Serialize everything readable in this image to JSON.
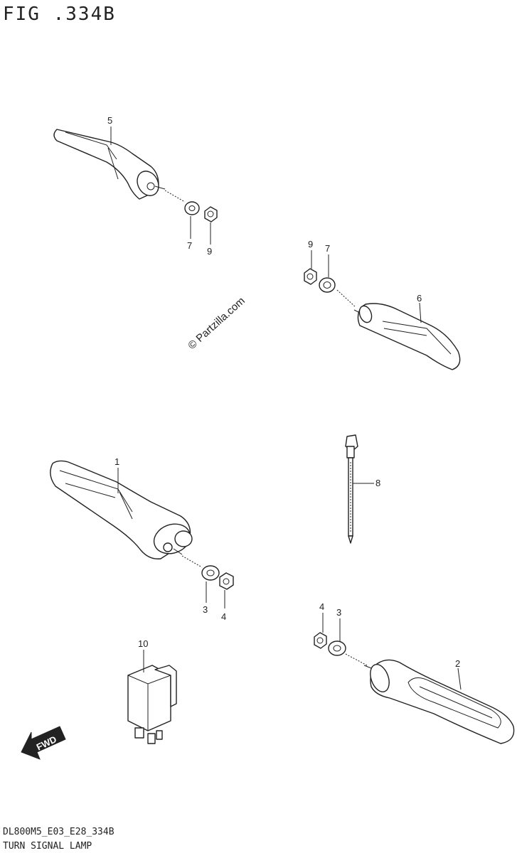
{
  "header": {
    "figure_title": "FIG .334B"
  },
  "footer": {
    "model_code": "DL800M5_E03_E28_334B",
    "section_title": "TURN SIGNAL LAMP"
  },
  "watermark": {
    "text": "© Partzilla.com"
  },
  "fwd_arrow": {
    "text": "FWD"
  },
  "callouts": {
    "c1": "1",
    "c2": "2",
    "c3a": "3",
    "c3b": "3",
    "c4a": "4",
    "c4b": "4",
    "c5": "5",
    "c6": "6",
    "c7a": "7",
    "c7b": "7",
    "c8": "8",
    "c9a": "9",
    "c9b": "9",
    "c10": "10"
  }
}
